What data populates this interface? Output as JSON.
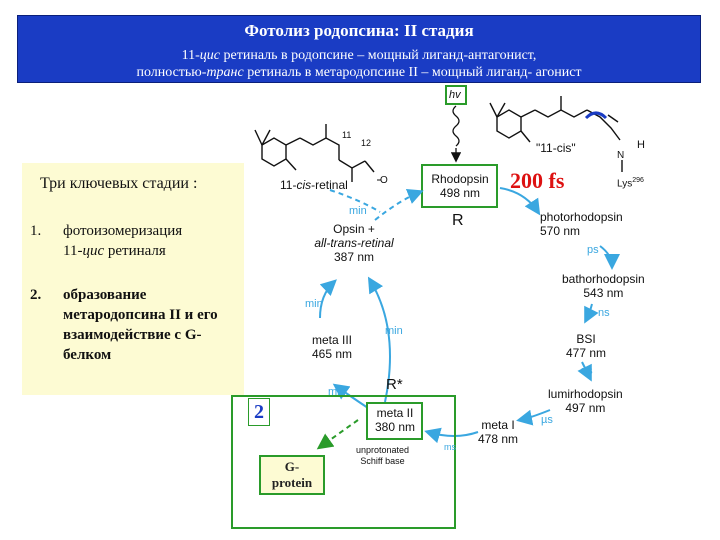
{
  "header": {
    "title": "Фотолиз родопсина: II стадия",
    "line1_a": "11-",
    "line1_b": "цис",
    "line1_c": " ретиналь в родопсине – мощный лиганд-антагонист,",
    "line2_a": "полностью-",
    "line2_b": "транс",
    "line2_c": " ретиналь в метародопсине II – мощный лиганд- агонист"
  },
  "panel": {
    "title": "Три ключевых стадии :",
    "items": [
      {
        "num": "1.",
        "line1": "фотоизомеризация",
        "line2_a": "11-",
        "line2_b": "цис",
        "line2_c": " ретиналя"
      },
      {
        "num": "2.",
        "text": "образование метародопсина II и его взаимодействие с G-белком"
      }
    ]
  },
  "diagram": {
    "hv": "hv",
    "fs200": "200 fs",
    "rhodopsin": "Rhodopsin",
    "rhodopsin_nm": "498 nm",
    "R": "R",
    "cis_retinal_a": "11-",
    "cis_retinal_b": "cis",
    "cis_retinal_c": "-retinal",
    "cis_quote": "\"11-cis\"",
    "lys": "Lys",
    "lys_num": "296",
    "h": "H",
    "n_plus": "N",
    "O": "O",
    "num11": "11",
    "num12": "12",
    "opsin_a": "Opsin +",
    "opsin_b": "all-trans-retinal",
    "opsin_nm": "387 nm",
    "photorhodopsin": "photorhodopsin",
    "photorhodopsin_nm": "570 nm",
    "bathorhodopsin": "bathorhodopsin",
    "bathorhodopsin_nm": "543 nm",
    "bsi": "BSI",
    "bsi_nm": "477 nm",
    "lumirhodopsin": "lumirhodopsin",
    "lumirhodopsin_nm": "497 nm",
    "meta1": "meta I",
    "meta1_nm": "478 nm",
    "meta2": "meta II",
    "meta2_nm": "380 nm",
    "meta3": "meta III",
    "meta3_nm": "465 nm",
    "rstar": "R*",
    "unprot_a": "unprotonated",
    "unprot_b": "Schiff base",
    "min": "min",
    "ps": "ps",
    "ns": "ns",
    "mus": "µs",
    "ms": "ms",
    "two": "2",
    "g_a": "G-",
    "g_b": "protein"
  },
  "colors": {
    "header_bg": "#1a3cc4",
    "panel_bg": "#fdfbd3",
    "green": "#2a9b2a",
    "arrow_blue": "#3aa7e0",
    "fs_red": "#dd1111"
  }
}
